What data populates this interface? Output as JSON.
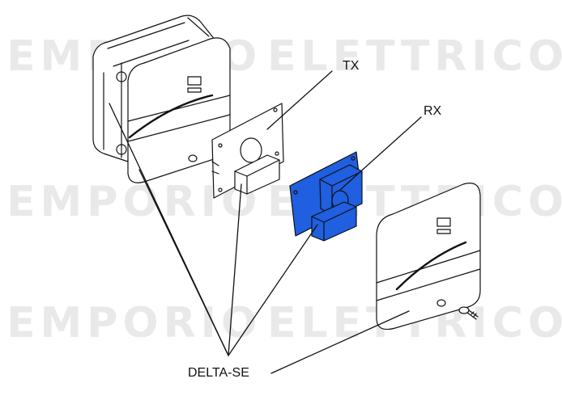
{
  "watermark": {
    "word1": "EMPORIO",
    "word2": "ELETTRICO"
  },
  "labels": {
    "tx": "TX",
    "rx": "RX",
    "product": "DELTA-SE"
  },
  "colors": {
    "rx_board": "#1f5fe0",
    "outline": "#111111",
    "watermark": "#e9e9e9"
  }
}
